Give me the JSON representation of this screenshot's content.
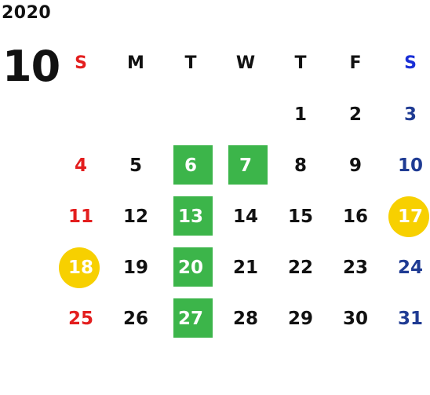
{
  "year": "2020",
  "month": "10",
  "weekdays": [
    "S",
    "M",
    "T",
    "W",
    "T",
    "F",
    "S"
  ],
  "weeks": [
    [
      "",
      "",
      "",
      "",
      "1",
      "2",
      "3"
    ],
    [
      "4",
      "5",
      "6",
      "7",
      "8",
      "9",
      "10"
    ],
    [
      "11",
      "12",
      "13",
      "14",
      "15",
      "16",
      "17"
    ],
    [
      "18",
      "19",
      "20",
      "21",
      "22",
      "23",
      "24"
    ],
    [
      "25",
      "26",
      "27",
      "28",
      "29",
      "30",
      "31"
    ]
  ],
  "colors": {
    "sunday": "#e31e1e",
    "saturday": "#1f3b93",
    "saturday_header": "#1a2fd6",
    "green_highlight": "#3cb54a",
    "yellow_highlight": "#f7d000"
  }
}
